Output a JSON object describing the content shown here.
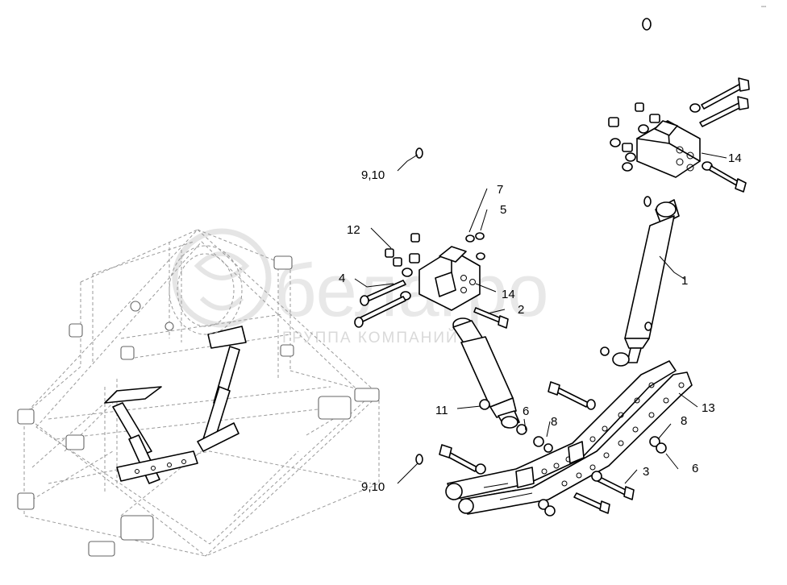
{
  "watermark": {
    "brand": "белагро",
    "subtitle": "ГРУППА КОМПАНИЙ"
  },
  "corner_mark": "▫▫▫",
  "callouts": [
    {
      "id": "c1",
      "text": "1"
    },
    {
      "id": "c2",
      "text": "2"
    },
    {
      "id": "c3",
      "text": "3"
    },
    {
      "id": "c4",
      "text": "4"
    },
    {
      "id": "c5",
      "text": "5"
    },
    {
      "id": "c6a",
      "text": "6"
    },
    {
      "id": "c6b",
      "text": "6"
    },
    {
      "id": "c7",
      "text": "7"
    },
    {
      "id": "c8a",
      "text": "8"
    },
    {
      "id": "c8b",
      "text": "8"
    },
    {
      "id": "c910a",
      "text": "9,10"
    },
    {
      "id": "c910b",
      "text": "9,10"
    },
    {
      "id": "c11",
      "text": "11"
    },
    {
      "id": "c12",
      "text": "12"
    },
    {
      "id": "c13",
      "text": "13"
    },
    {
      "id": "c14a",
      "text": "14"
    },
    {
      "id": "c14b",
      "text": "14"
    }
  ]
}
